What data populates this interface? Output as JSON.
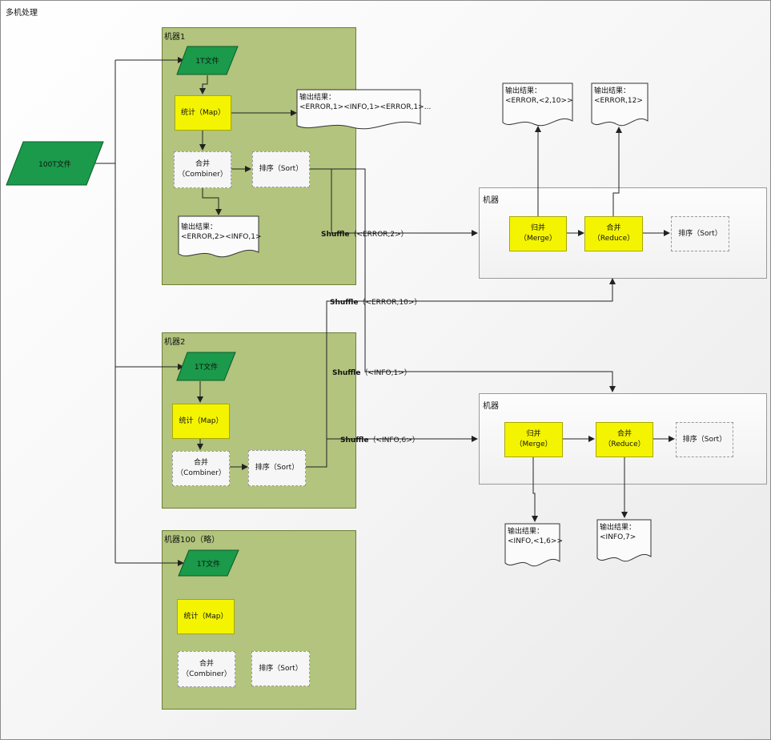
{
  "title": "多机处理",
  "source_file": "100T文件",
  "machines": [
    {
      "label": "机器1",
      "file": "1T文件",
      "map": "统计（Map）",
      "combiner": [
        "合并",
        "（Combiner）"
      ],
      "sort": "排序（Sort）",
      "output": [
        "输出结果：",
        "<ERROR,2><INFO,1>"
      ],
      "map_output": [
        "输出结果：",
        "<ERROR,1><INFO,1><ERROR,1>..."
      ]
    },
    {
      "label": "机器2",
      "file": "1T文件",
      "map": "统计（Map）",
      "combiner": [
        "合并",
        "（Combiner）"
      ],
      "sort": "排序（Sort）"
    },
    {
      "label": "机器100（略）",
      "file": "1T文件",
      "map": "统计（Map）",
      "combiner": [
        "合并",
        "（Combiner）"
      ],
      "sort": "排序（Sort）"
    }
  ],
  "shuffles": [
    {
      "bold": "Shuffle",
      "rest": "（<ERROR,2>）"
    },
    {
      "bold": "Shuffle",
      "rest": "（<ERROR,10>）"
    },
    {
      "bold": "Shuffle",
      "rest": "（<INFO,1>）"
    },
    {
      "bold": "Shuffle",
      "rest": "（<INFO,6>）"
    }
  ],
  "reducers": [
    {
      "label": "机器",
      "merge": [
        "归并",
        "（Merge）"
      ],
      "reduce": [
        "合并",
        "（Reduce）"
      ],
      "sort": "排序（Sort）",
      "out_merge": [
        "输出结果：",
        "<ERROR,<2,10>>"
      ],
      "out_reduce": [
        "输出结果：",
        "<ERROR,12>"
      ]
    },
    {
      "label": "机器",
      "merge": [
        "归并",
        "（Merge）"
      ],
      "reduce": [
        "合并",
        "（Reduce）"
      ],
      "sort": "排序（Sort）",
      "out_merge": [
        "输出结果：",
        "<INFO,<1,6>>"
      ],
      "out_reduce": [
        "输出结果：",
        "<INFO,7>"
      ]
    }
  ],
  "colors": {
    "machine_fill": "#b2c47d",
    "file_fill": "#1a9a4a",
    "yellow": "#f4f400"
  }
}
